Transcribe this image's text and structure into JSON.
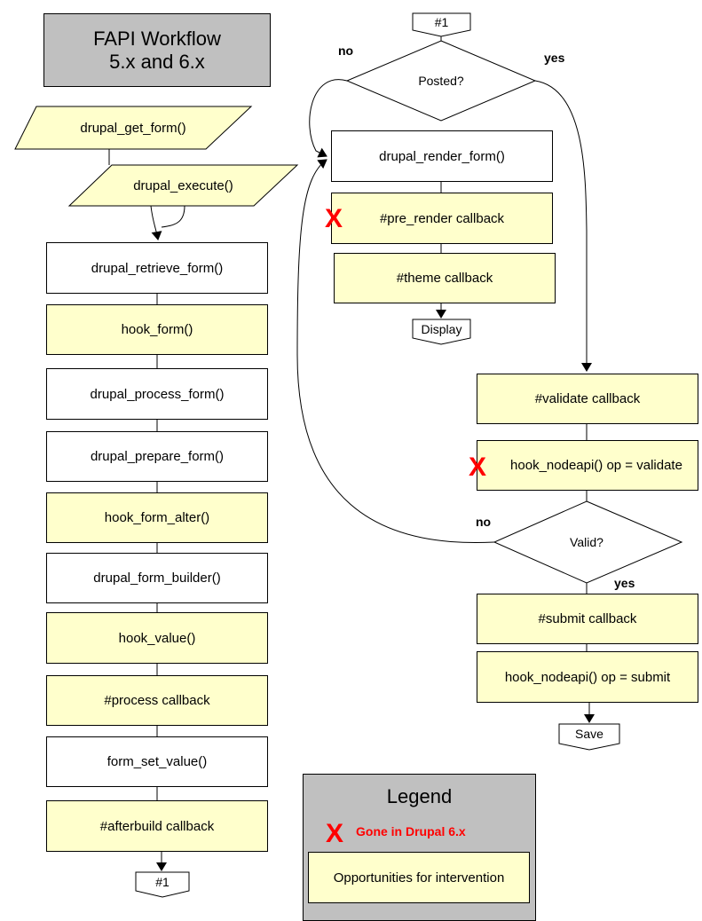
{
  "title": {
    "line1": "FAPI Workflow",
    "line2": "5.x and 6.x"
  },
  "colors": {
    "highlight": "#ffffcc",
    "title_bg": "#c0c0c0",
    "gone_mark": "#ff0000"
  },
  "inputs": {
    "get_form": "drupal_get_form()",
    "execute": "drupal_execute()"
  },
  "left_chain": [
    "drupal_retrieve_form()",
    "hook_form()",
    "drupal_process_form()",
    "drupal_prepare_form()",
    "hook_form_alter()",
    "drupal_form_builder()",
    "hook_value()",
    "#process callback",
    "form_set_value()",
    "#afterbuild callback"
  ],
  "connector_out": "#1",
  "connector_in": "#1",
  "posted": {
    "question": "Posted?",
    "no": "no",
    "yes": "yes"
  },
  "render_chain": [
    "drupal_render_form()",
    "#pre_render callback",
    "#theme callback"
  ],
  "display": "Display",
  "validate_chain": [
    "#validate callback",
    "hook_nodeapi() op = validate"
  ],
  "valid": {
    "question": "Valid?",
    "no": "no",
    "yes": "yes"
  },
  "submit_chain": [
    "#submit callback",
    "hook_nodeapi() op = submit"
  ],
  "save": "Save",
  "gone_mark": "X",
  "legend": {
    "title": "Legend",
    "gone_label": "Gone in Drupal 6.x",
    "opportunity_label": "Opportunities for intervention"
  }
}
